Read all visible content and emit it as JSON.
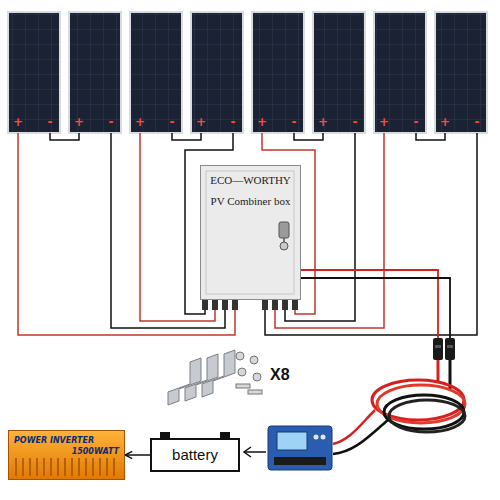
{
  "diagram": {
    "nodes": [
      {
        "text": [
          "ECO—WORTHY",
          "PV Combiner box"
        ]
      },
      {
        "text": [
          "POWER INVERTER",
          "1500WATT"
        ]
      },
      {
        "text": [
          "battery"
        ]
      }
    ],
    "edges": [
      {
        "from": 2,
        "to": 1,
        "arrow": "to"
      }
    ],
    "labels": [
      "+",
      "-",
      "+",
      "-",
      "+",
      "-",
      "+",
      "-",
      "+",
      "-",
      "+",
      "-",
      "+",
      "-",
      "+",
      "-",
      "X8"
    ]
  }
}
